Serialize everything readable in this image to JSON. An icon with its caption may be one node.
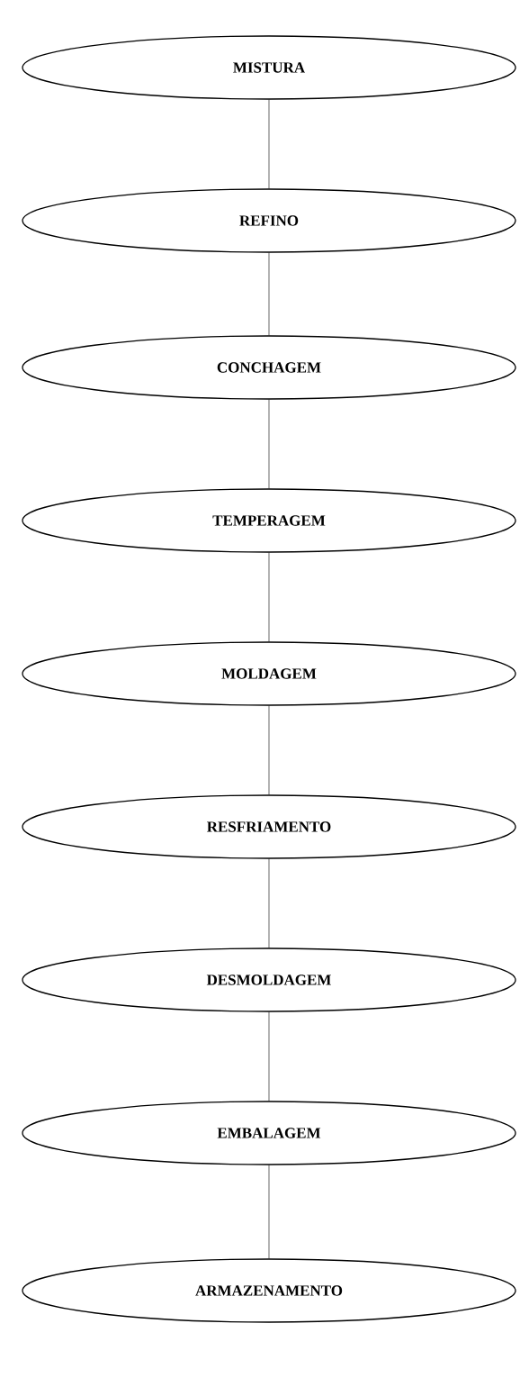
{
  "diagram": {
    "nodes": [
      {
        "text": [
          "MISTURA"
        ]
      },
      {
        "text": [
          "REFINO"
        ]
      },
      {
        "text": [
          "CONCHAGEM"
        ]
      },
      {
        "text": [
          "TEMPERAGEM"
        ]
      },
      {
        "text": [
          "MOLDAGEM"
        ]
      },
      {
        "text": [
          "RESFRIAMENTO"
        ]
      },
      {
        "text": [
          "DESMOLDAGEM"
        ]
      },
      {
        "text": [
          "EMBALAGEM"
        ]
      },
      {
        "text": [
          "ARMAZENAMENTO"
        ]
      }
    ],
    "edges": [
      {
        "from": 0,
        "to": 1,
        "arrow": "none"
      },
      {
        "from": 1,
        "to": 2,
        "arrow": "none"
      },
      {
        "from": 2,
        "to": 3,
        "arrow": "none"
      },
      {
        "from": 3,
        "to": 4,
        "arrow": "none"
      },
      {
        "from": 4,
        "to": 5,
        "arrow": "none"
      },
      {
        "from": 5,
        "to": 6,
        "arrow": "none"
      },
      {
        "from": 6,
        "to": 7,
        "arrow": "none"
      },
      {
        "from": 7,
        "to": 8,
        "arrow": "none"
      }
    ]
  }
}
